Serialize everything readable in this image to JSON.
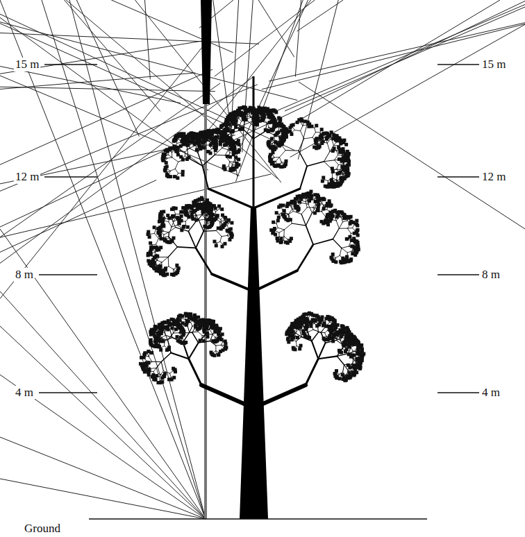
{
  "diagram": {
    "labels": [
      "15 m",
      "15 m",
      "12 m",
      "12 m",
      "8 m",
      "8 m",
      "4 m",
      "4 m",
      "Ground"
    ]
  }
}
